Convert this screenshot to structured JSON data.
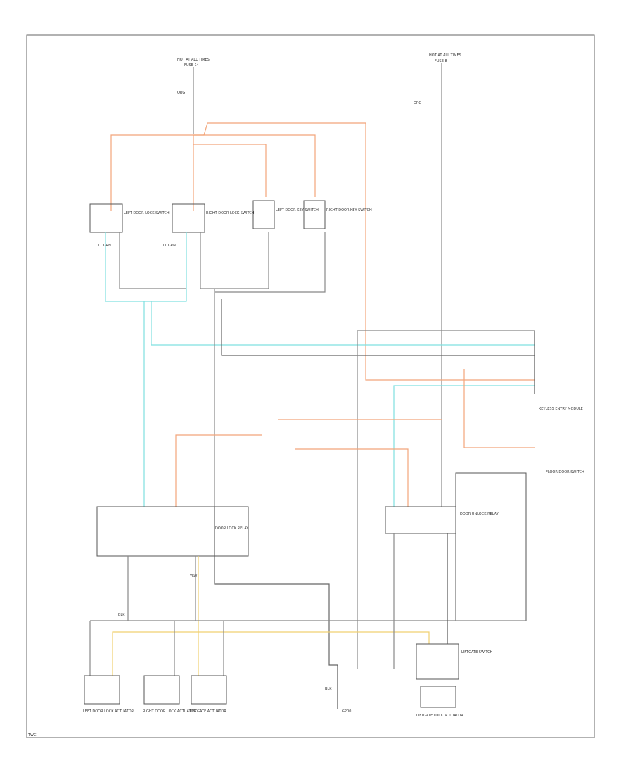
{
  "diagram": {
    "colors": {
      "orange": "#f2a57a",
      "light_green": "#7fe0e0",
      "gray": "#888888",
      "black": "#555555",
      "yellow": "#f0d070",
      "frame": "#666666"
    },
    "labels": {
      "hot_left": "HOT AT ALL TIMES",
      "hot_left_fuse": "FUSE 14",
      "hot_right": "HOT AT ALL TIMES",
      "hot_right_fuse": "FUSE 8",
      "sw_left_door": "LEFT DOOR LOCK SWITCH",
      "sw_right_door": "RIGHT DOOR LOCK SWITCH",
      "sw_left_key": "LEFT DOOR KEY SWITCH",
      "sw_right_key": "RIGHT DOOR KEY SWITCH",
      "lock_relay": "DOOR LOCK RELAY",
      "unlock_relay": "DOOR UNLOCK RELAY",
      "connector_block": "KEYLESS ENTRY MODULE",
      "ajar_switch": "FLOOR DOOR SWITCH",
      "motor_left": "LEFT DOOR LOCK ACTUATOR",
      "motor_right": "RIGHT DOOR LOCK ACTUATOR",
      "motor_liftgate": "LIFTGATE ACTUATOR",
      "ground_label": "G200",
      "liftgate_module": "LIFTGATE SWITCH",
      "liftgate_actuator": "LIFTGATE LOCK ACTUATOR",
      "footer": "TWC",
      "wire_org": "ORG",
      "wire_ltgrn": "LT GRN",
      "wire_blk": "BLK",
      "wire_ylw": "YLW"
    }
  }
}
